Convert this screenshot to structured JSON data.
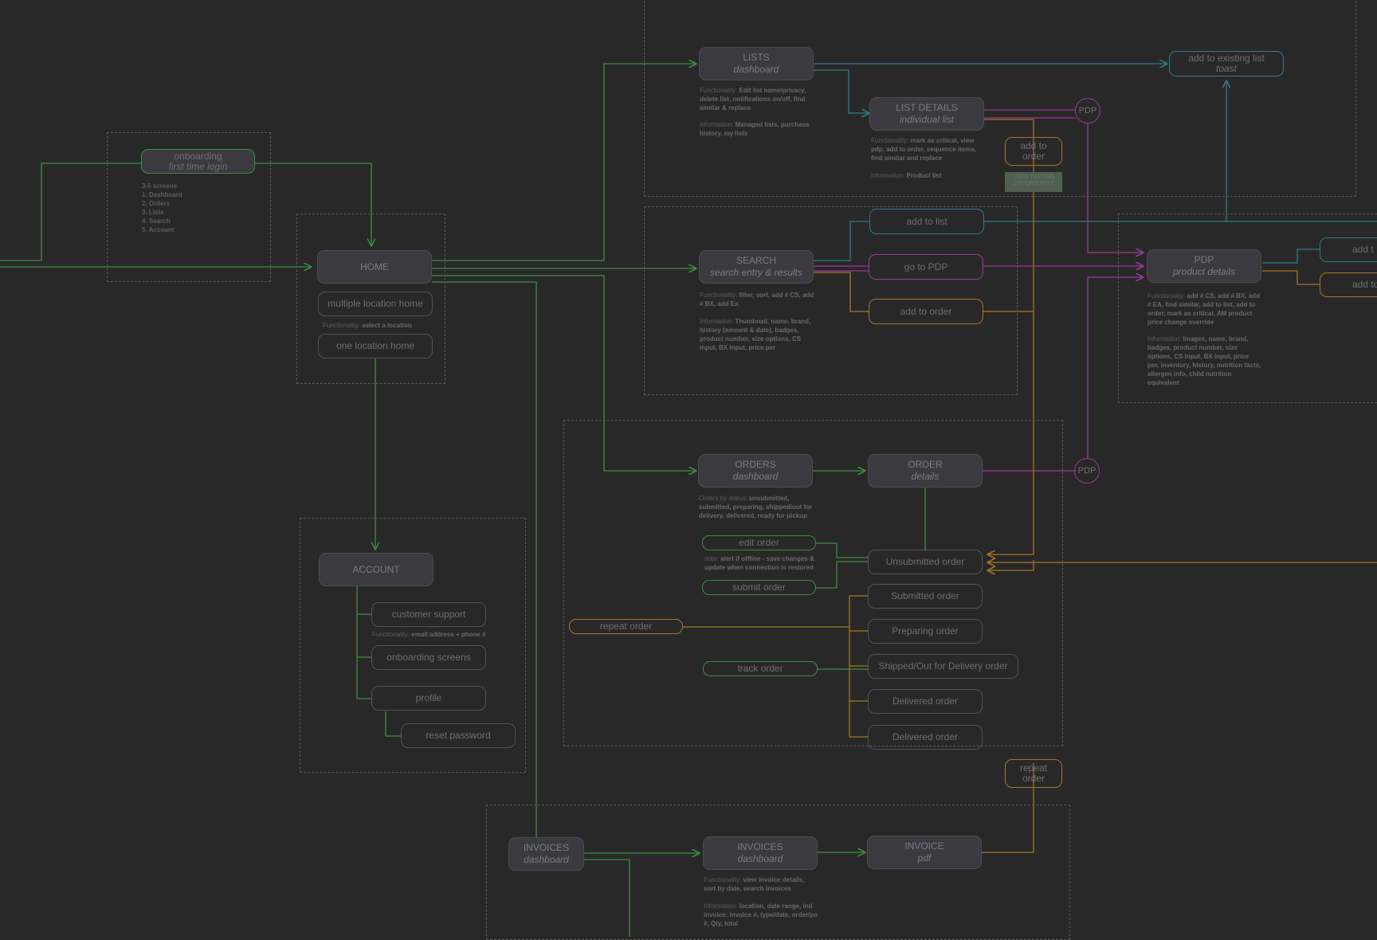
{
  "colors": {
    "background": "#282828",
    "green": "#3e8e3e",
    "teal": "#2f7c8c",
    "magenta": "#9a3a9a",
    "orange": "#a97426",
    "node": "#3a3a40"
  },
  "onboarding": {
    "title": "onboarding",
    "subtitle": "first time login",
    "items": [
      "3-5 screens",
      "1. Dashboard",
      "2. Orders",
      "3. Lists",
      "4. Search",
      "5. Account"
    ]
  },
  "home": {
    "title": "HOME",
    "multiple": "multiple location home",
    "func_label": "Functionality:",
    "func": "select a location",
    "one": "one location home"
  },
  "account": {
    "title": "ACCOUNT",
    "support": "customer support",
    "support_func_label": "Functionality:",
    "support_func": "email address + phone #",
    "onboarding_screens": "onboarding screens",
    "profile": "profile",
    "reset": "reset password"
  },
  "lists": {
    "title": "LISTS",
    "subtitle": "dashboard",
    "func_label": "Functionality:",
    "func": "Edit list name/privacy, delete list, notifications on/off, find similar & replace",
    "info_label": "Information:",
    "info": "Managed lists, purchase history, my lists"
  },
  "list_details": {
    "title": "LIST DETAILS",
    "subtitle": "individual list",
    "func_label": "Functionality:",
    "func": "mark as critical, view pdp, add to order, sequence items, find similar and replace",
    "info_label": "Information:",
    "info": "Product list"
  },
  "add_to_existing": {
    "line1": "add to existing list",
    "line2": "toast"
  },
  "pdp_circle_top": "PDP",
  "pdp_circle_orders": "PDP",
  "add_to_order_small": {
    "line1": "add to",
    "line2": "order"
  },
  "user_testing": {
    "line1": "USER TESTING",
    "line2": "OPPORTUNITY"
  },
  "search": {
    "title": "SEARCH",
    "subtitle": "search entry & results",
    "func_label": "Functionality:",
    "func": "filter, sort, add # CS, add # BX, add Ea",
    "info_label": "Information:",
    "info": "Thumbnail, name, brand, history (amount & date), badges, product number, size options, CS input, BX input, price per",
    "add_to_list": "add to list",
    "go_to_pdp": "go to  PDP",
    "add_to_order": "add to order"
  },
  "pdp": {
    "title": "PDP",
    "subtitle": "product details",
    "func_label": "Functionality:",
    "func": "add # CS, add # BX, add # EA, find similar, add to list, add to order, mark as critical, AM product price change override",
    "info_label": "Information:",
    "info": "Images, name, brand, badges, product number, size options, CS input, BX input, price per, inventory, history, nutrition facts, allergen info, child nutrition equivalent",
    "add_to_list_cut": "add t",
    "add_to_order_cut": "add to"
  },
  "orders": {
    "title": "ORDERS",
    "subtitle": "dashboard",
    "note_label": "Orders by status:",
    "note": "unsubmitted, submitted, preparing, shipped/out for delivery, delivered, ready  for pickup",
    "detail_title": "ORDER",
    "detail_subtitle": "details",
    "edit": "edit order",
    "offline_label": "note:",
    "offline": "alert if offline - save changes & update when connection is restored",
    "submit": "submit order",
    "repeat": "repeat order",
    "track": "track order",
    "statuses": [
      "Unsubmitted order",
      "Submitted order",
      "Preparing order",
      "Shipped/Out for Delivery order",
      "Delivered order",
      "Delivered order"
    ]
  },
  "repeat_order_small": {
    "line1": "repeat",
    "line2": "order"
  },
  "invoices": {
    "left_title": "INVOICES",
    "left_subtitle": "dashboard",
    "title": "INVOICES",
    "subtitle": "dashboard",
    "pdf_title": "INVOICE",
    "pdf_subtitle": "pdf",
    "func_label": "Functionality:",
    "func": "view invoice details, sort by date, search invoices",
    "info_label": "Information:",
    "info": "location, date range, ind invoice: invoice #, type/date, order/po #, Qty, total"
  }
}
